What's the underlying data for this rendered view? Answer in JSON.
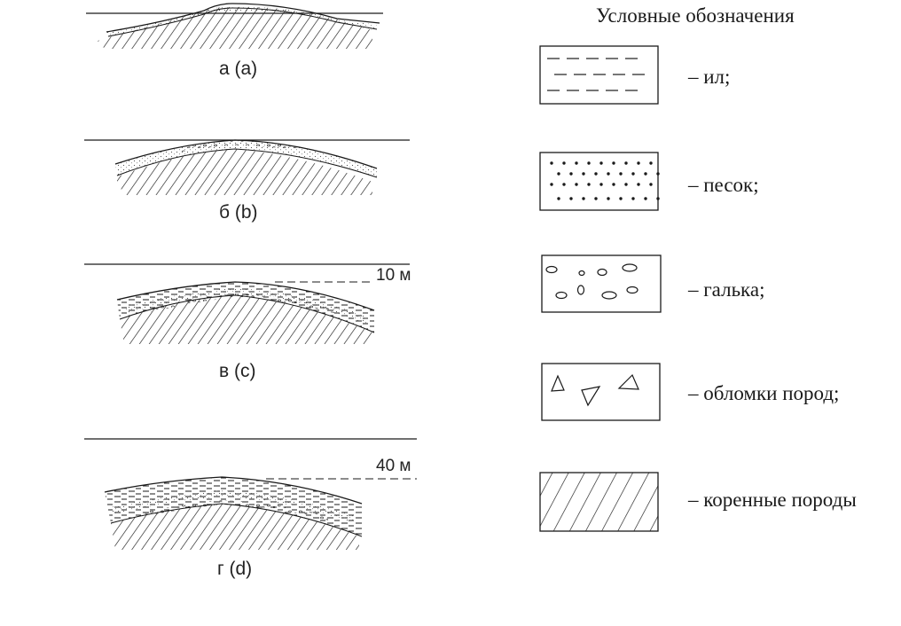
{
  "legend": {
    "title": "Условные обозначения",
    "items": [
      {
        "pattern": "silt-dashes",
        "label": "– ил;"
      },
      {
        "pattern": "sand-dots",
        "label": "– песок;"
      },
      {
        "pattern": "pebble-ovals",
        "label": "– галька;"
      },
      {
        "pattern": "rock-fragment-triangles",
        "label": "– обломки пород;"
      },
      {
        "pattern": "bedrock-hatching",
        "label": "– коренные породы"
      }
    ]
  },
  "panels": [
    {
      "label": "а (a)",
      "depth_label": ""
    },
    {
      "label": "б (b)",
      "depth_label": ""
    },
    {
      "label": "в (c)",
      "depth_label": "10 м"
    },
    {
      "label": "г (d)",
      "depth_label": "40 м"
    }
  ],
  "colors": {
    "line": "#1a1a1a",
    "background": "#ffffff"
  }
}
